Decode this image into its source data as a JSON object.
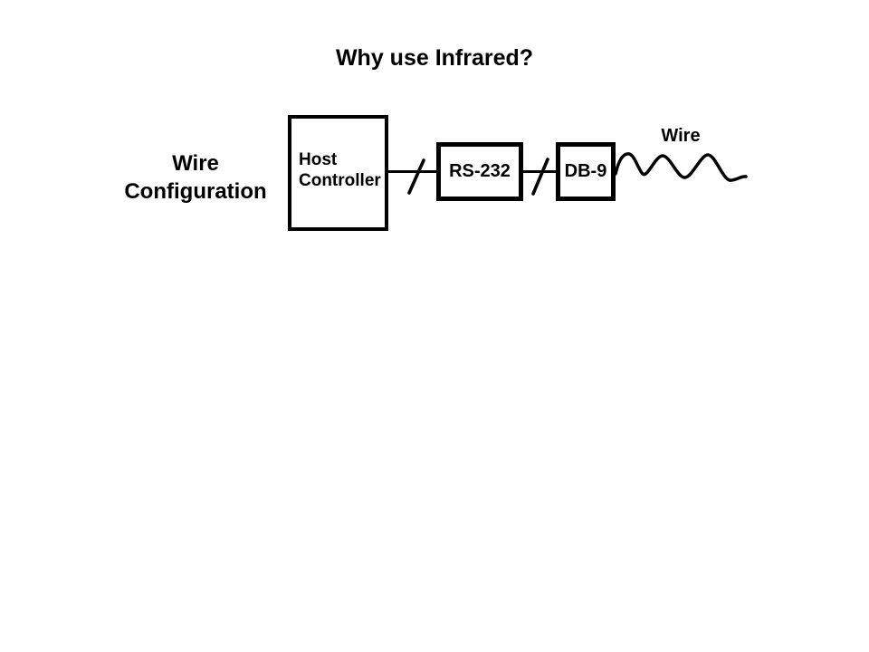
{
  "slide": {
    "title": "Why use Infrared?"
  },
  "colors": {
    "background": "#ffffff",
    "ink": "#000000"
  },
  "diagram": {
    "caption": {
      "line1": "Wire",
      "line2": "Configuration"
    },
    "host_box": {
      "line1": "Host",
      "line2": "Controller"
    },
    "rs232_box": {
      "label": "RS-232"
    },
    "db9_box": {
      "label": "DB-9"
    },
    "wire_label": "Wire",
    "icons": {
      "bus_slash": "diagonal-slash-bus-mark",
      "wire_squiggle": "hand-drawn-sine-wave"
    }
  }
}
